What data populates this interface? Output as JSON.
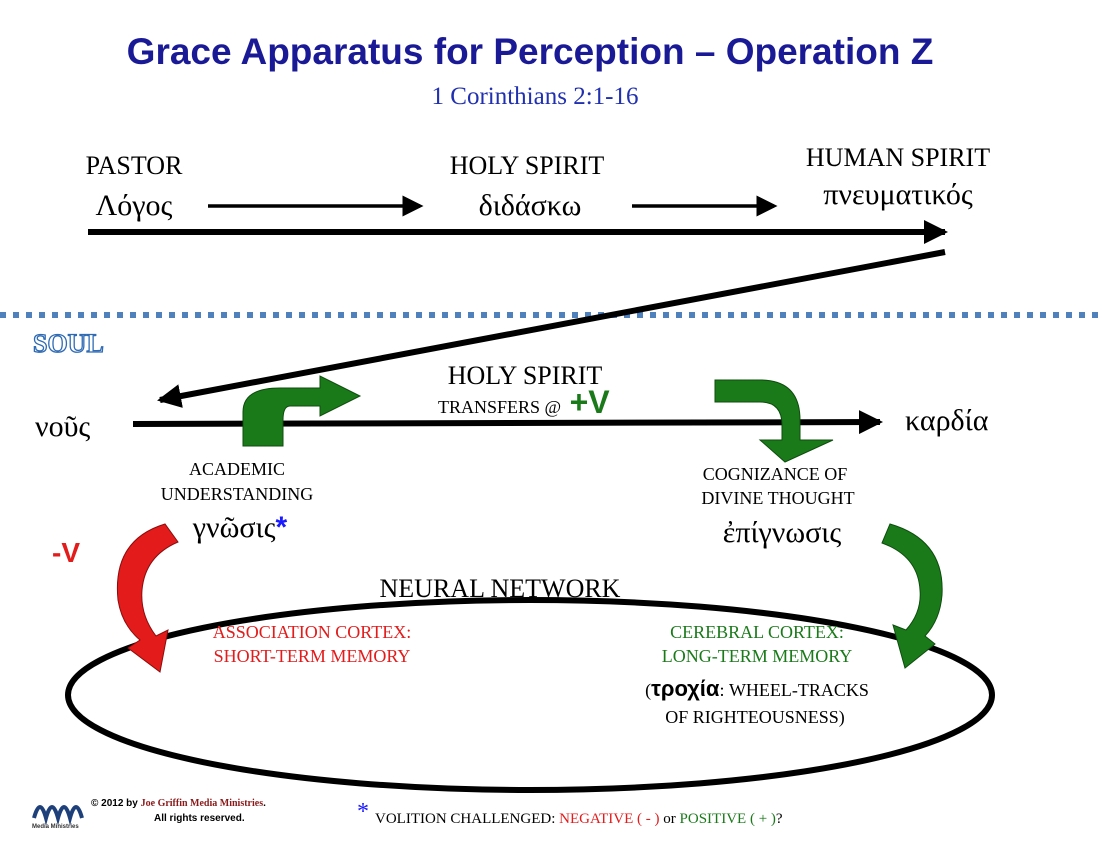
{
  "title": "Grace Apparatus for Perception – Operation Z",
  "subtitle": "1 Corinthians 2:1-16",
  "top_row": {
    "pastor": {
      "label": "PASTOR",
      "greek": "Λόγος"
    },
    "holy_spirit": {
      "label": "HOLY SPIRIT",
      "greek": "διδάσκω"
    },
    "human_spirit": {
      "label": "HUMAN SPIRIT",
      "greek": "πνευματικός"
    }
  },
  "soul_label": "SOUL",
  "soul": {
    "nous": "νοῦς",
    "kardia": "καρδία",
    "holy_spirit": "HOLY SPIRIT",
    "transfers": "TRANSFERS @",
    "plus_v": "+V",
    "academic": [
      "ACADEMIC",
      "UNDERSTANDING"
    ],
    "gnosis": "γνῶσις",
    "asterisk": "*",
    "cognizance": [
      "COGNIZANCE OF",
      "DIVINE THOUGHT"
    ],
    "epignosis": "ἐπίγνωσις",
    "minus_v": "-V"
  },
  "neural": {
    "title": "NEURAL NETWORK",
    "association": [
      "ASSOCIATION CORTEX:",
      "SHORT-TERM MEMORY"
    ],
    "cerebral": [
      "CEREBRAL CORTEX:",
      "LONG-TERM MEMORY"
    ],
    "trochia_open": "(",
    "trochia": "τροχία",
    "trochia_rest": ": WHEEL-TRACKS",
    "trochia_line2": "OF RIGHTEOUSNESS)"
  },
  "footer": {
    "logo_text": "Media Ministries",
    "copyright_prefix": "© 2012 by ",
    "copyright_org": "Joe Griffin Media Ministries",
    "copyright_suffix": ".",
    "rights": "All rights reserved.",
    "note_asterisk": "*",
    "note_prefix": "VOLITION CHALLENGED: ",
    "note_negative": "NEGATIVE ( - )",
    "note_or": " or ",
    "note_positive": "POSITIVE ( + )",
    "note_end": "?"
  },
  "colors": {
    "title": "#1a1a96",
    "red": "#e31b1b",
    "green": "#1a7a1a",
    "dots": "#4f81bd",
    "blue": "#1a1aff"
  }
}
